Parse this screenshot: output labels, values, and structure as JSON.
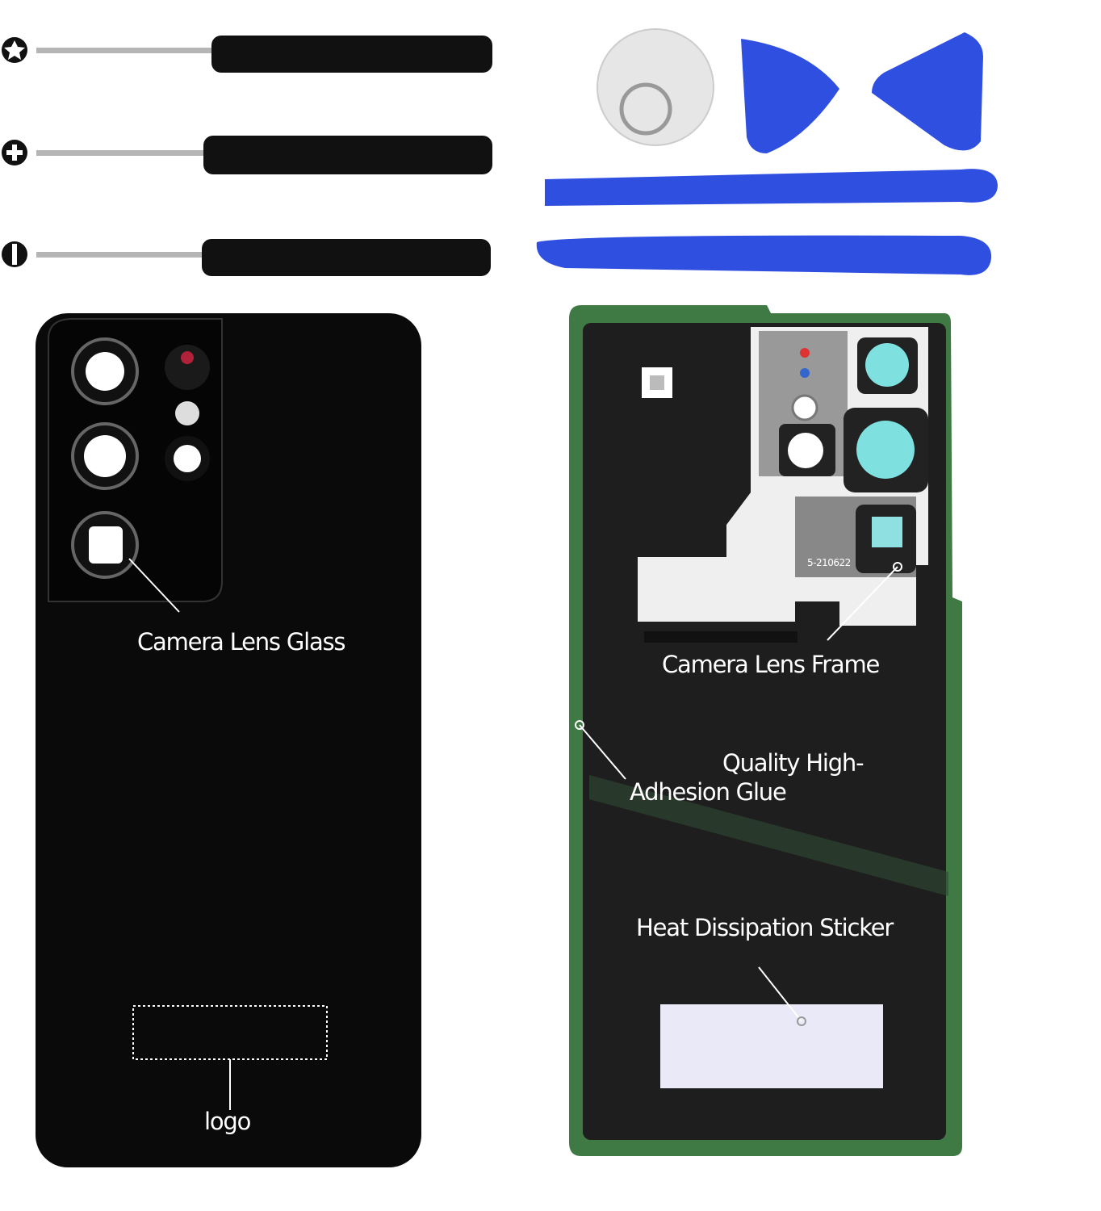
{
  "tools": {
    "screwdrivers": [
      {
        "tip_icon": "pentalobe-icon"
      },
      {
        "tip_icon": "phillips-icon"
      },
      {
        "tip_icon": "flathead-icon"
      }
    ],
    "colors": {
      "pry_tool": "#2f4fe0",
      "handle": "#111111"
    }
  },
  "left_panel": {
    "camera_label": "Camera Lens Glass",
    "logo_label": "logo",
    "color": "#0a0a0a"
  },
  "right_panel": {
    "frame_label": "Camera Lens Frame",
    "glue_label_line1": "Quality High-",
    "glue_label_line2": "Adhesion Glue",
    "sticker_label": "Heat Dissipation Sticker",
    "part_code": "5-210622",
    "glue_color": "#3f7a45"
  }
}
